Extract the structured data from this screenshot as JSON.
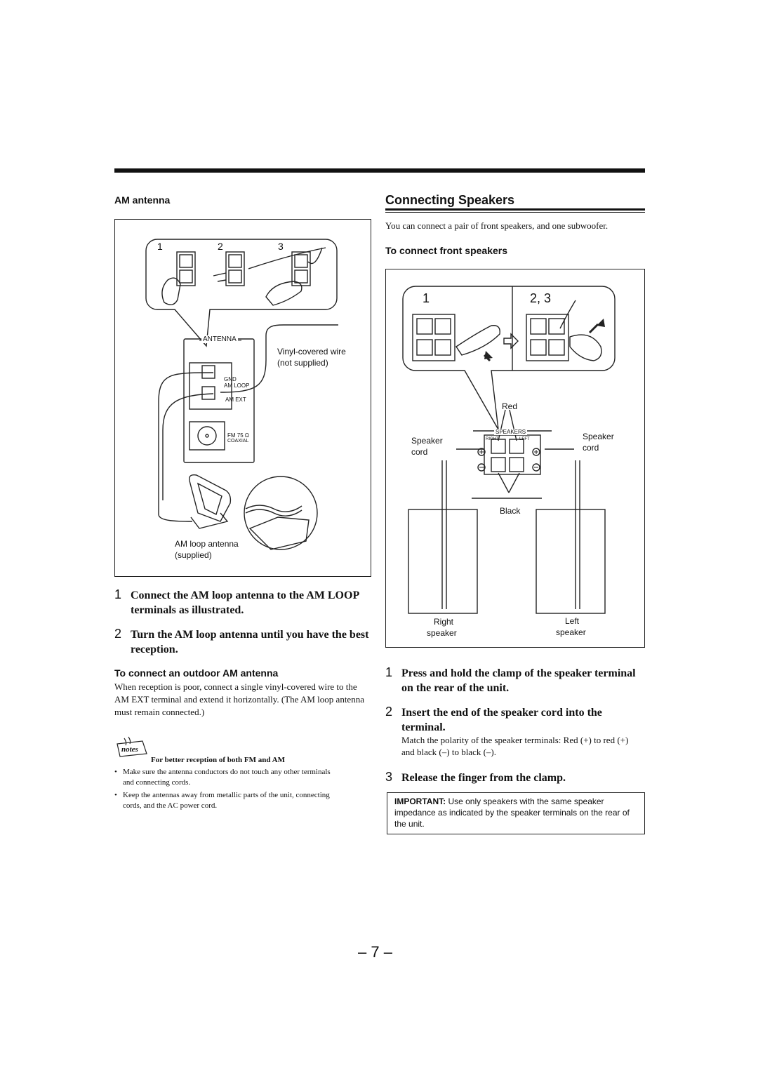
{
  "am": {
    "heading": "AM antenna",
    "fig_labels": {
      "n1": "1",
      "n2": "2",
      "n3": "3",
      "antenna": "ANTENNA",
      "gnd": "GND",
      "am_loop": "AM LOOP",
      "am_ext": "AM EXT",
      "fm": "FM 75 Ω",
      "coaxial": "COAXIAL",
      "vinyl1": "Vinyl-covered wire",
      "vinyl2": "(not supplied)",
      "loop1": "AM loop antenna",
      "loop2": "(supplied)"
    },
    "steps": [
      {
        "num": "1",
        "text": "Connect the AM loop antenna to the AM LOOP terminals as illustrated."
      },
      {
        "num": "2",
        "text": "Turn the AM loop antenna until you have the best reception."
      }
    ],
    "outdoor_heading": "To connect an outdoor AM antenna",
    "outdoor_body": "When reception is poor, connect a single vinyl-covered wire to the AM EXT terminal and extend it horizontally. (The AM loop antenna must remain connected.)",
    "notes_icon": "notes",
    "notes_heading": "For better reception of both FM and AM",
    "notes": [
      "Make sure the antenna conductors do not touch any other terminals and connecting cords.",
      "Keep the antennas away from metallic parts of the unit, connecting cords, and the AC power cord."
    ]
  },
  "speakers": {
    "heading": "Connecting Speakers",
    "intro": "You can connect a pair of front speakers, and one subwoofer.",
    "front_heading": "To connect front speakers",
    "fig_labels": {
      "s1": "1",
      "s23": "2, 3",
      "red": "Red",
      "black": "Black",
      "speakers": "SPEAKERS",
      "right_t": "RIGHT",
      "left_t": "LEFT",
      "cord_l1": "Speaker",
      "cord_l2": "cord",
      "cord_r1": "Speaker",
      "cord_r2": "cord",
      "rs1": "Right",
      "rs2": "speaker",
      "ls1": "Left",
      "ls2": "speaker"
    },
    "steps": [
      {
        "num": "1",
        "text": "Press and hold the clamp of the speaker terminal on the rear of the unit."
      },
      {
        "num": "2",
        "text": "Insert the end of the speaker cord into the terminal."
      },
      {
        "num": "3",
        "text": "Release the finger from the clamp."
      }
    ],
    "step2_sub": "Match the polarity of the speaker terminals: Red (+) to red (+) and black (–) to black (–).",
    "important_label": "IMPORTANT:",
    "important_text": " Use only speakers with the same speaker impedance as indicated by the speaker terminals on the rear of the unit."
  },
  "page_number": "– 7 –"
}
